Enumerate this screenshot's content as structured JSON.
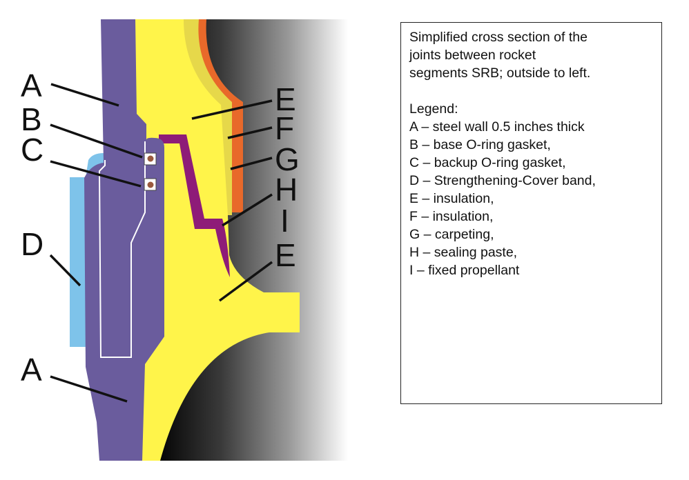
{
  "diagram": {
    "callouts": {
      "a_top": "A",
      "b": "B",
      "c": "C",
      "d": "D",
      "a_bottom": "A",
      "e_top": "E",
      "f": "F",
      "g": "G",
      "h": "H",
      "i": "I",
      "e_bottom": "E"
    },
    "colors": {
      "steel_wall": "#6a5c9d",
      "insulation_e": "#fff44a",
      "insulation_f": "#e6d84a",
      "carpeting": "#e8692a",
      "sealing_paste": "#8e1c78",
      "strengthening_band": "#7ec3ea",
      "o_ring": "#9a5a3e"
    }
  },
  "legend": {
    "description": [
      "Simplified cross section of the",
      "joints between rocket",
      "segments SRB; outside to left."
    ],
    "title": "Legend:",
    "entries": [
      "A – steel wall 0.5 inches thick",
      "B – base O-ring gasket,",
      "C – backup O-ring gasket,",
      "D – Strengthening-Cover band,",
      "E – insulation,",
      "F – insulation,",
      "G – carpeting,",
      "H – sealing paste,",
      "I – fixed propellant"
    ]
  }
}
